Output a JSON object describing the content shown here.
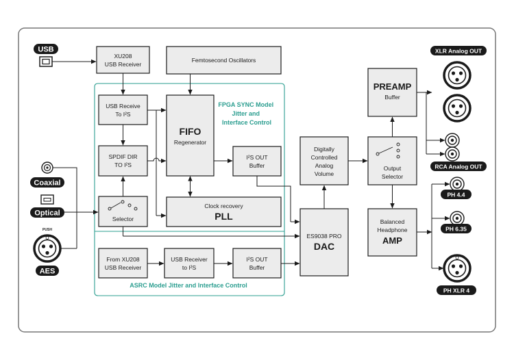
{
  "inputs": {
    "usb": "USB",
    "coaxial": "Coaxial",
    "optical": "Optical",
    "aes": "AES",
    "push": "PUSH"
  },
  "blocks": {
    "xu208_receiver": [
      "XU208",
      "USB Receiver"
    ],
    "femto": "Femtosecond Oscillators",
    "usb_receive_i2s": [
      "USB Receive",
      "To I²S"
    ],
    "spdif_dir": [
      "SPDIF DIR",
      "TO I²S"
    ],
    "selector": "Selector",
    "fifo_title": "FIFO",
    "fifo_sub": "Regenerator",
    "i2s_out_buffer_top": [
      "I²S OUT",
      "Buffer"
    ],
    "pll_sub": "Clock recovery",
    "pll_title": "PLL",
    "from_xu208": [
      "From XU208",
      "USB Receiver"
    ],
    "usb_receiver_i2s": [
      "USB Receiver",
      "to I²S"
    ],
    "i2s_out_buffer_bottom": [
      "I²S OUT",
      "Buffer"
    ],
    "dcav": [
      "Digitally",
      "Controlled",
      "Analog",
      "Volume"
    ],
    "dac_sub": "ES9038 PRO",
    "dac_title": "DAC",
    "preamp_title": "PREAMP",
    "preamp_sub": "Buffer",
    "output_selector": [
      "Output",
      "Selector"
    ],
    "amp_sub": [
      "Balanced",
      "Headphone"
    ],
    "amp_title": "AMP"
  },
  "regions": {
    "fpga": [
      "FPGA SYNC Model",
      "Jitter and",
      "Interface Control"
    ],
    "asrc": "ASRC Model Jitter and Interface Control"
  },
  "outputs": {
    "xlr_analog": "XLR Analog OUT",
    "rca_analog": "RCA Analog OUT",
    "ph44": "PH 4.4",
    "ph635": "PH 6.35",
    "phxlr4": "PH XLR 4"
  },
  "colors": {
    "accent": "#2a9d8f",
    "block_fill": "#ececec",
    "ink": "#1a1a1a"
  }
}
